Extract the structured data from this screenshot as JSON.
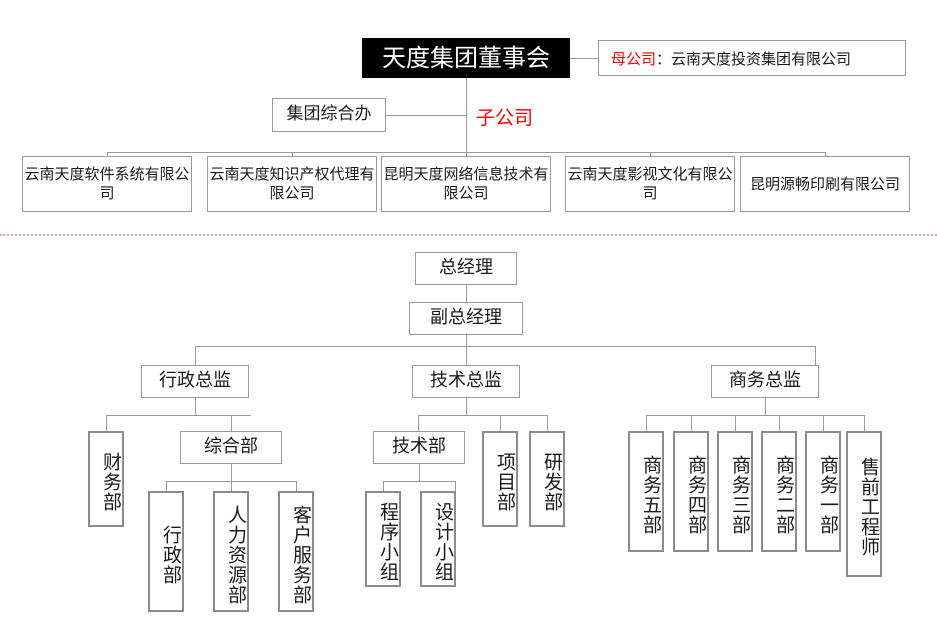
{
  "meta": {
    "title": "天度集团组织结构图",
    "colors": {
      "board_bg": "#000000",
      "board_text": "#ffffff",
      "box_border": "#9a9a9a",
      "accent_red": "#ff0000",
      "divider": "#f3a0a0",
      "text": "#1a1a1a"
    }
  },
  "group": {
    "board": "天度集团董事会",
    "parent_label": "母公司",
    "parent_sep": "：",
    "parent_name": "云南天度投资集团有限公司",
    "office": "集团综合办",
    "subsidiary_label": "子公司",
    "subsidiaries": [
      "云南天度软件系统有限公司",
      "云南天度知识产权代理有限公司",
      "昆明天度网络信息技术有限公司",
      "云南天度影视文化有限公司",
      "昆明源畅印刷有限公司"
    ]
  },
  "company": {
    "general_manager": "总经理",
    "deputy_general_manager": "副总经理",
    "directors": [
      {
        "title": "行政总监",
        "departments": [
          {
            "name": "财务部",
            "teams": []
          },
          {
            "name": "综合部",
            "teams": [
              "行政部",
              "人力资源部",
              "客户服务部"
            ]
          }
        ]
      },
      {
        "title": "技术总监",
        "departments": [
          {
            "name": "技术部",
            "teams": [
              "程序小组",
              "设计小组"
            ]
          },
          {
            "name": "项目部",
            "teams": []
          },
          {
            "name": "研发部",
            "teams": []
          }
        ]
      },
      {
        "title": "商务总监",
        "departments": [
          {
            "name": "商务五部",
            "teams": []
          },
          {
            "name": "商务四部",
            "teams": []
          },
          {
            "name": "商务三部",
            "teams": []
          },
          {
            "name": "商务二部",
            "teams": []
          },
          {
            "name": "商务一部",
            "teams": []
          },
          {
            "name": "售前工程师",
            "teams": []
          }
        ]
      }
    ]
  }
}
